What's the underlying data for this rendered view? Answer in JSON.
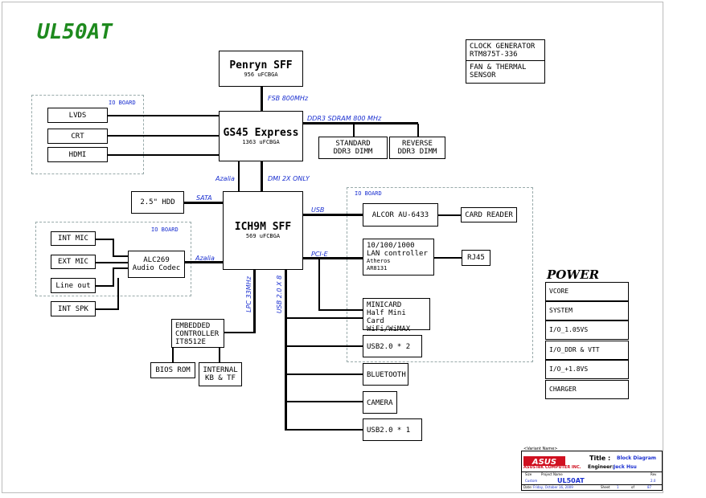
{
  "title": "UL50AT",
  "blocks": {
    "cpu": {
      "name": "Penryn SFF",
      "sub": "956 uFCBGA"
    },
    "gmch": {
      "name": "GS45 Express",
      "sub": "1363 uFCBGA"
    },
    "ich": {
      "name": "ICH9M SFF",
      "sub": "569 uFCBGA"
    },
    "lvds": "LVDS",
    "crt": "CRT",
    "hdmi": "HDMI",
    "dimm_std": {
      "line1": "STANDARD",
      "line2": "DDR3 DIMM"
    },
    "dimm_rev": {
      "line1": "REVERSE",
      "line2": "DDR3 DIMM"
    },
    "hdd": "2.5\" HDD",
    "int_mic": "INT MIC",
    "ext_mic": "EXT MIC",
    "line_out": "Line out",
    "int_spk": "INT SPK",
    "codec": {
      "line1": "ALC269",
      "line2": "Audio Codec"
    },
    "ec": {
      "line1": "EMBEDDED",
      "line2": "CONTROLLER",
      "line3": "IT8512E"
    },
    "bios": "BIOS ROM",
    "kb": {
      "line1": "INTERNAL",
      "line2": "KB & TF"
    },
    "cardreader_ctrl": "ALCOR AU-6433",
    "card_reader": "CARD READER",
    "lan": {
      "line1": "10/100/1000",
      "line2": "LAN controller",
      "line3": "Atheros",
      "line4": "AR8131"
    },
    "rj45": "RJ45",
    "minicard": {
      "line1": "MINICARD",
      "line2": "Half Mini Card",
      "line3": "WiFi/WiMAX"
    },
    "usb2": "USB2.0 * 2",
    "bluetooth": "BLUETOOTH",
    "camera": "CAMERA",
    "usb1": "USB2.0 * 1",
    "clock": {
      "line1": "CLOCK GENERATOR",
      "line2": "RTM875T-336"
    },
    "fan": {
      "line1": "FAN & THERMAL",
      "line2": "SENSOR"
    }
  },
  "buses": {
    "fsb": "FSB 800MHz",
    "ddr3": "DDR3 SDRAM 800 MHz",
    "azalia_top": "Azalia",
    "dmi": "DMI 2X ONLY",
    "sata": "SATA",
    "usb": "USB",
    "azalia": "Azalia",
    "pcie": "PCI-E",
    "lpc": "LPC 33MHz",
    "usb8": "USB 2.0 X 8"
  },
  "io_board_label": "IO BOARD",
  "power": {
    "title": "POWER",
    "items": [
      "VCORE",
      "SYSTEM",
      "I/O_1.05VS",
      "I/O_DDR & VTT",
      "I/O_+1.8VS",
      "CHARGER"
    ]
  },
  "title_block": {
    "variant": "<Variant Name>",
    "company": "ASUSTeK COMPUTER INC.",
    "title_label": "Title :",
    "title_value": "Block Diagram",
    "engineer_label": "Engineer:",
    "engineer_value": "Jeck Hsu",
    "size_label": "Size",
    "size_value": "Custom",
    "project_label": "Project Name",
    "project_value": "UL50AT",
    "rev_label": "Rev",
    "rev_value": "2.0",
    "date_label": "Date:",
    "date_value": "Friday, October 16, 2009",
    "sheet_label": "Sheet",
    "sheet_value": "1",
    "of_label": "of",
    "of_value": "87"
  },
  "colors": {
    "title": "#1e8a1e",
    "bus_label": "#1a2fd0",
    "logo": "#d01020"
  }
}
